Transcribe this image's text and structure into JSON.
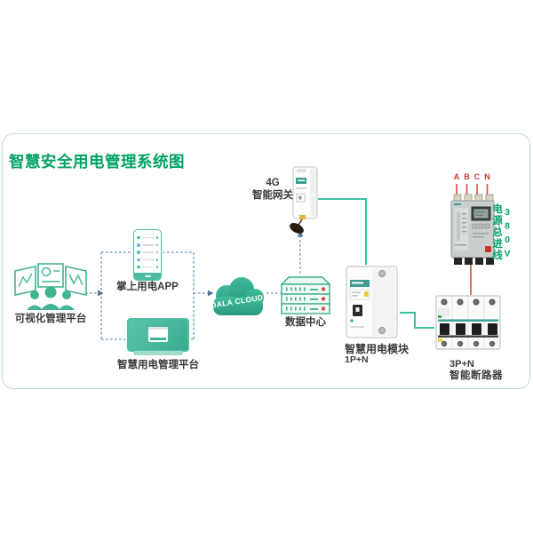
{
  "title": "智慧安全用电管理系统图",
  "colors": {
    "title_green": "#00a263",
    "icon_green": "#41b493",
    "cloud_green": "#2fa78b",
    "connector_green": "#3fc1a1",
    "connector_red": "#dd4a40",
    "connector_dashed_blue": "#6e92ac",
    "phase_label_red": "#c03a34",
    "label_dark": "#3a3a3a",
    "frame_border": "#c2dcd6"
  },
  "nodes": {
    "visual_platform": {
      "label": "可视化管理平台",
      "icon": "monitors-people-icon"
    },
    "mobile_app": {
      "label": "掌上用电APP",
      "icon": "smartphone-icon"
    },
    "mgmt_platform": {
      "label": "智慧用电管理平台",
      "icon": "laptop-icon"
    },
    "cloud": {
      "label": "JALA CLOUD",
      "icon": "cloud-icon"
    },
    "data_center": {
      "label": "数据中心",
      "icon": "server-rack-icon"
    },
    "gateway": {
      "label_line1": "4G",
      "label_line2": "智能网关",
      "icon": "din-rail-gateway-icon"
    },
    "power_module": {
      "label": "智慧用电模块",
      "sublabel": "1P+N",
      "icon": "din-rail-module-icon"
    },
    "main_breaker": {
      "phases": [
        "A",
        "B",
        "C",
        "N"
      ],
      "feed_label": "电源总进线",
      "voltage_label": "380V",
      "icon": "molded-case-breaker-icon"
    },
    "smart_breaker": {
      "label_line1": "3P+N",
      "label_line2": "智能断路器",
      "icon": "four-pole-breaker-icon"
    }
  }
}
